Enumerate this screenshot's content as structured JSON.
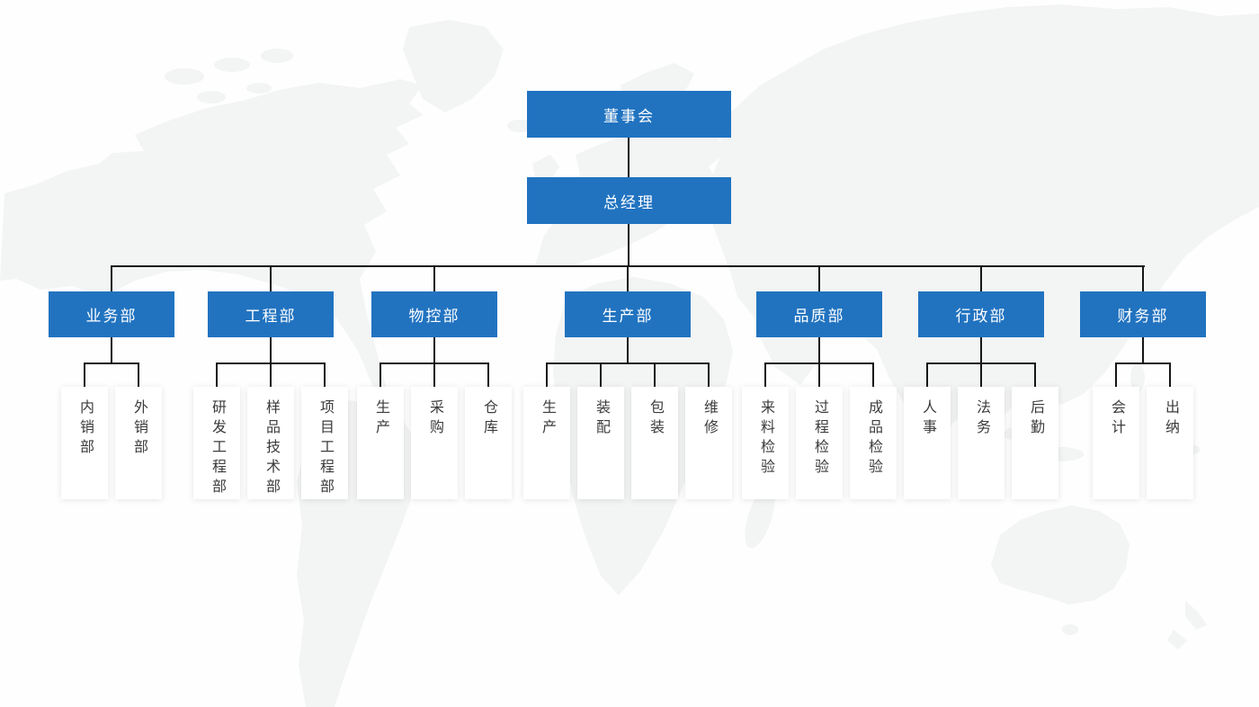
{
  "colors": {
    "primary_blue": "#2173c0",
    "connector_line": "#161616",
    "leaf_text": "#3c3c3c",
    "map_watermark": "#f3f4f4"
  },
  "org_chart": {
    "root": {
      "label": "董事会"
    },
    "general_manager": {
      "label": "总经理"
    },
    "departments": [
      {
        "label": "业务部",
        "children": [
          "内销部",
          "外销部"
        ]
      },
      {
        "label": "工程部",
        "children": [
          "研发工程部",
          "样品技术部",
          "项目工程部"
        ]
      },
      {
        "label": "物控部",
        "children": [
          "生产",
          "采购",
          "仓库"
        ]
      },
      {
        "label": "生产部",
        "children": [
          "生产",
          "装配",
          "包装",
          "维修"
        ]
      },
      {
        "label": "品质部",
        "children": [
          "来料检验",
          "过程检验",
          "成品检验"
        ]
      },
      {
        "label": "行政部",
        "children": [
          "人事",
          "法务",
          "后勤"
        ]
      },
      {
        "label": "财务部",
        "children": [
          "会计",
          "出纳"
        ]
      }
    ]
  }
}
